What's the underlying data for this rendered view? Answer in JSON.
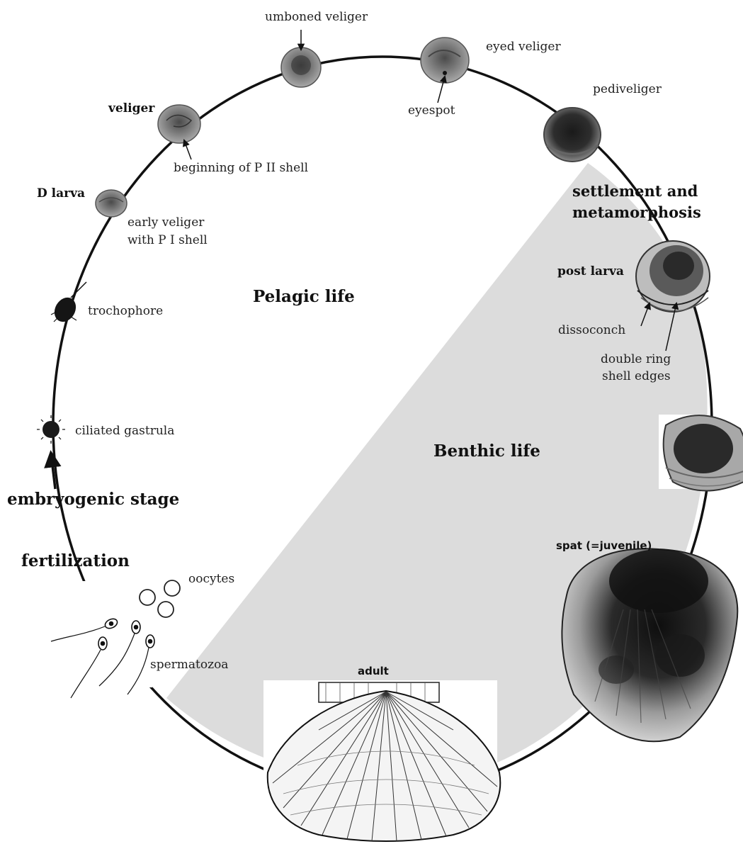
{
  "regions": {
    "pelagic": "Pelagic life",
    "benthic": "Benthic life"
  },
  "stages": {
    "umboned_veliger": "umboned veliger",
    "eyed_veliger": "eyed veliger",
    "eyespot": "eyespot",
    "pediveliger": "pediveliger",
    "veliger": "veliger",
    "beginning_p2": "beginning of P II shell",
    "d_larva": "D larva",
    "early_veliger_1": "early veliger",
    "early_veliger_2": "with P I shell",
    "trochophore": "trochophore",
    "ciliated_gastrula": "ciliated gastrula",
    "embryogenic_stage": "embryogenic stage",
    "fertilization": "fertilization",
    "oocytes": "oocytes",
    "spermatozoa": "spermatozoa",
    "adult": "adult",
    "settlement_1": "settlement and",
    "settlement_2": "metamorphosis",
    "post_larva": "post larva",
    "dissoconch": "dissoconch",
    "double_ring_1": "double ring",
    "double_ring_2": "shell edges",
    "spat": "spat (=juvenile)"
  },
  "colors": {
    "ring": "#111111",
    "benthic_fill": "#dcdcdc",
    "larva_shell": "#8a8a8a",
    "larva_dark": "#3a3a3a"
  }
}
